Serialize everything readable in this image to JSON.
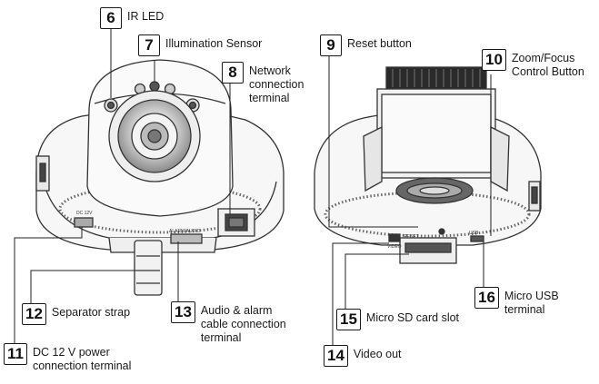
{
  "callouts": [
    {
      "num": "6",
      "label": "IR LED"
    },
    {
      "num": "7",
      "label": "Illumination Sensor"
    },
    {
      "num": "8",
      "label": "Network\nconnection\nterminal"
    },
    {
      "num": "9",
      "label": "Reset button"
    },
    {
      "num": "10",
      "label": "Zoom/Focus\nControl Button"
    },
    {
      "num": "11",
      "label": "DC 12 V power\nconnection terminal"
    },
    {
      "num": "12",
      "label": "Separator strap"
    },
    {
      "num": "13",
      "label": "Audio & alarm\ncable connection\nterminal"
    },
    {
      "num": "14",
      "label": "Video out"
    },
    {
      "num": "15",
      "label": "Micro SD card slot"
    },
    {
      "num": "16",
      "label": "Micro USB\nterminal"
    }
  ],
  "device_markings": {
    "dc": "DC 12V",
    "alarm_audio": "ALARM/AUDIO",
    "video": "VIDEO",
    "reset": "RESET",
    "usb": "USB"
  }
}
